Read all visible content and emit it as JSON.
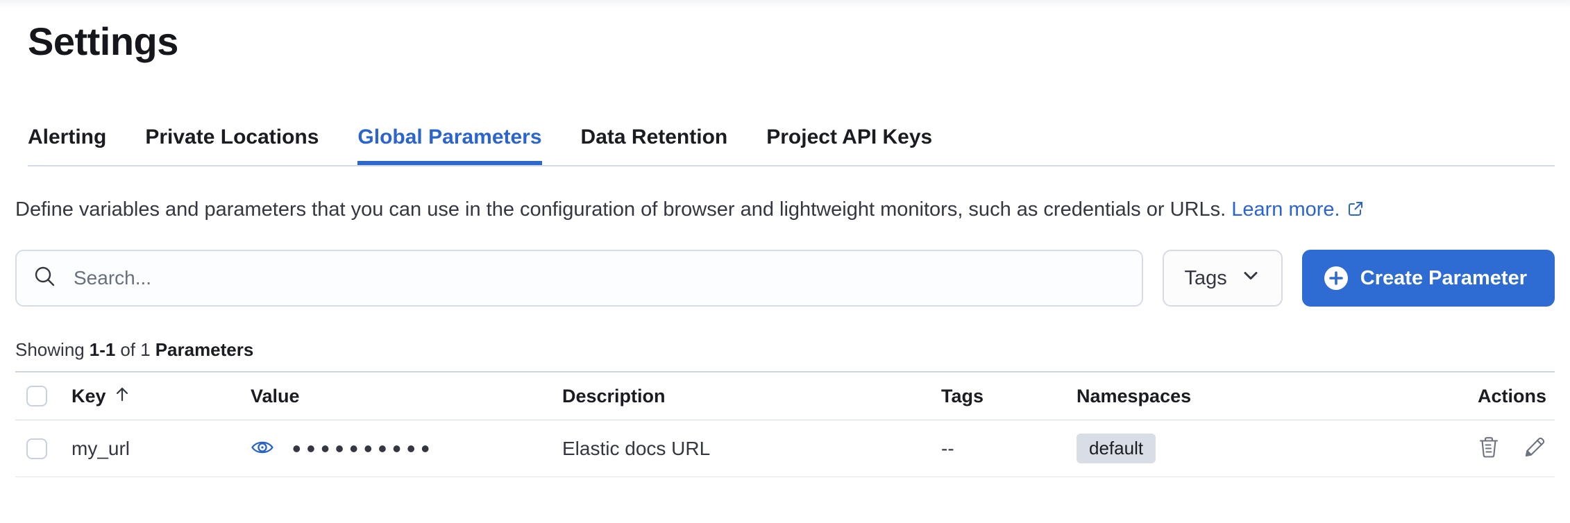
{
  "page": {
    "title": "Settings"
  },
  "tabs": [
    {
      "label": "Alerting",
      "active": false
    },
    {
      "label": "Private Locations",
      "active": false
    },
    {
      "label": "Global Parameters",
      "active": true
    },
    {
      "label": "Data Retention",
      "active": false
    },
    {
      "label": "Project API Keys",
      "active": false
    }
  ],
  "description": {
    "text": "Define variables and parameters that you can use in the configuration of browser and lightweight monitors, such as credentials or URLs.",
    "link_label": "Learn more.",
    "link_icon": "external-link-icon"
  },
  "toolbar": {
    "search_placeholder": "Search...",
    "search_icon": "search-icon",
    "tags_button_label": "Tags",
    "tags_chevron_icon": "chevron-down-icon",
    "create_button_label": "Create Parameter",
    "create_button_icon": "plus-circle-icon"
  },
  "summary": {
    "showing": "Showing",
    "range": "1-1",
    "of": "of 1",
    "entity": "Parameters"
  },
  "table": {
    "columns": [
      "Key",
      "Value",
      "Description",
      "Tags",
      "Namespaces",
      "Actions"
    ],
    "sort": {
      "column": "Key",
      "direction": "ascending",
      "icon": "sort-arrow-up-icon"
    },
    "rows": [
      {
        "key": "my_url",
        "value_masked": "••••••••••",
        "value_icon": "eye-icon",
        "description": "Elastic docs URL",
        "tags": "--",
        "namespaces": [
          "default"
        ],
        "actions": [
          "delete",
          "edit"
        ]
      }
    ]
  },
  "colors": {
    "accent_blue": "#2b64cc",
    "button_blue": "#2e6bd2",
    "text_dark": "#1a1c21",
    "text_body": "#343741",
    "border_light": "#d3dae6",
    "badge_bg": "#d8dde6",
    "icon_gray": "#6d737e"
  }
}
